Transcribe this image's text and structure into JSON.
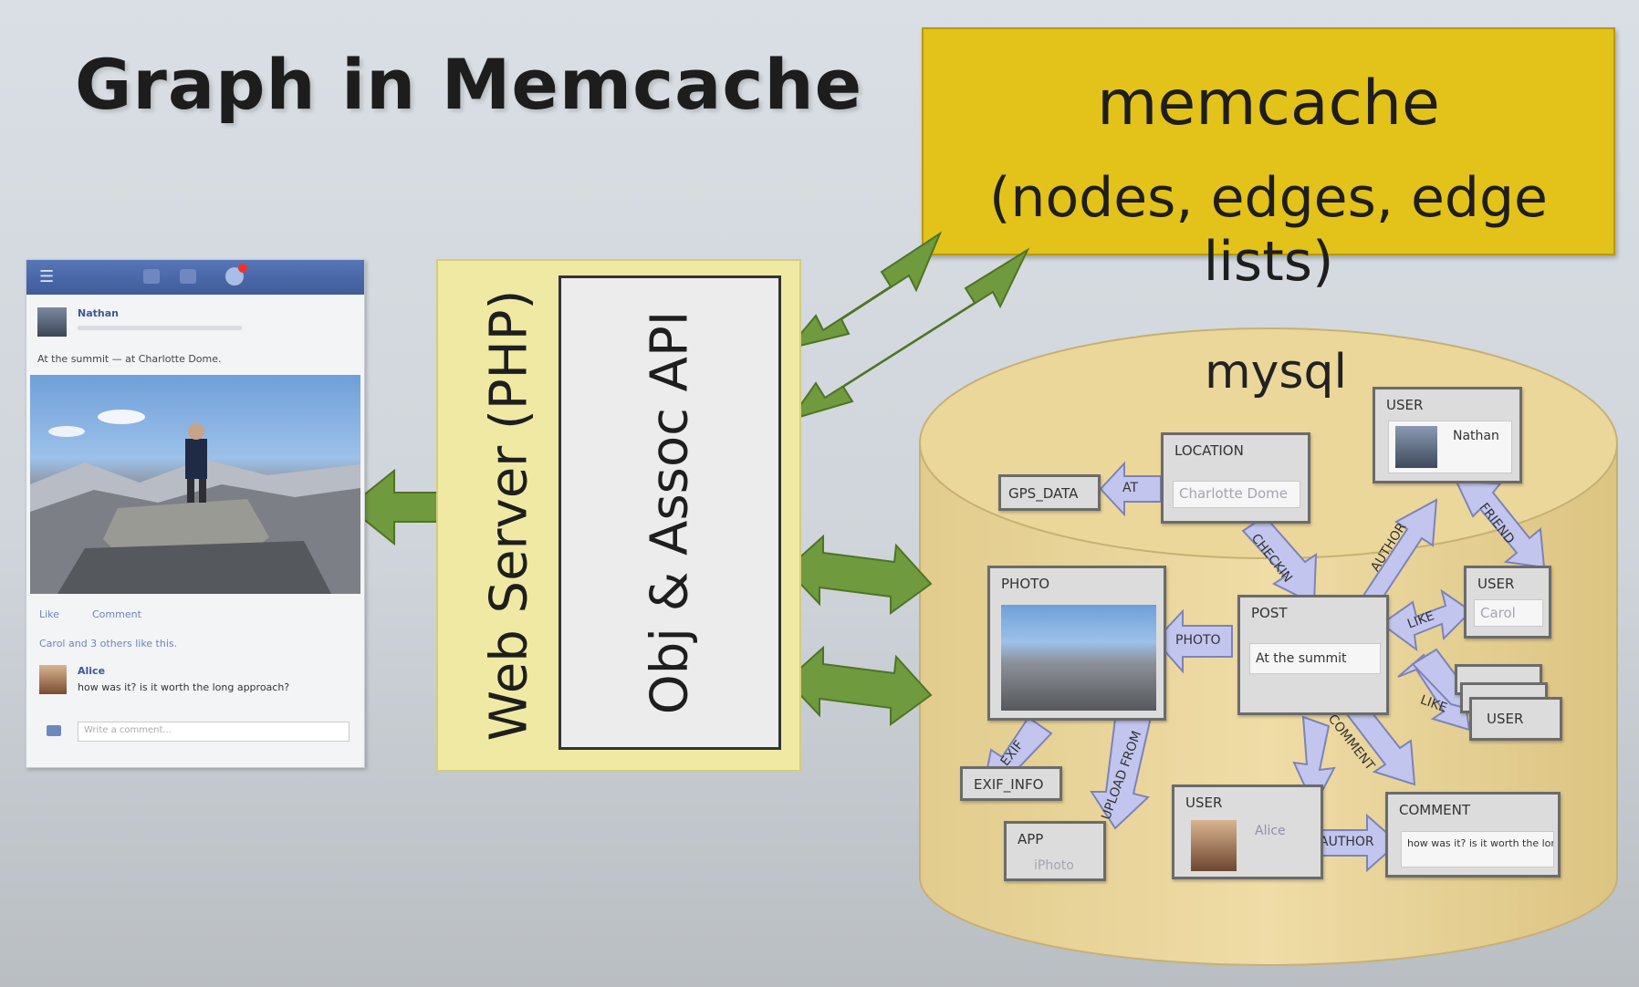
{
  "title": "Graph in Memcache",
  "memcache": {
    "title": "memcache",
    "subtitle": "(nodes, edges, edge lists)"
  },
  "webserver": {
    "label": "Web Server (PHP)",
    "api": "Obj & Assoc API"
  },
  "mysql": {
    "label": "mysql"
  },
  "phone": {
    "poster_name": "Nathan",
    "caption": "At the summit — at Charlotte Dome.",
    "like": "Like",
    "comment": "Comment",
    "likes_summary": "Carol and 3 others like this.",
    "commenter_name": "Alice",
    "comment_text": "how was it? is it worth the long approach?",
    "comment_placeholder": "Write a comment..."
  },
  "nodes": {
    "gps": {
      "type": "GPS_DATA"
    },
    "location": {
      "type": "LOCATION",
      "value": "Charlotte Dome"
    },
    "user_nathan": {
      "type": "USER",
      "value": "Nathan"
    },
    "photo": {
      "type": "PHOTO"
    },
    "post": {
      "type": "POST",
      "value": "At the summit"
    },
    "user_carol": {
      "type": "USER",
      "value": "Carol"
    },
    "user_stack": {
      "type": "USER"
    },
    "exif_info": {
      "type": "EXIF_INFO"
    },
    "app": {
      "type": "APP",
      "value": "iPhoto"
    },
    "user_alice": {
      "type": "USER",
      "value": "Alice"
    },
    "comment": {
      "type": "COMMENT",
      "value": "how was it? is it worth the long approach?"
    }
  },
  "edges": {
    "at": "AT",
    "checkin": "CHECKIN",
    "author_post": "AUTHOR",
    "friend": "FRIEND",
    "photo": "PHOTO",
    "like_carol": "LIKE",
    "like_stack": "LIKE",
    "comment": "COMMENT",
    "exif": "EXIF",
    "upload_from": "UPLOAD FROM",
    "author_comment": "AUTHOR"
  },
  "colors": {
    "memcache": "#e3c21a",
    "webserver": "#efe9a4",
    "mysql": "#ecd79b",
    "green_arrow": "#6f9a3d",
    "edge_arrow": "#c2c6ee"
  }
}
